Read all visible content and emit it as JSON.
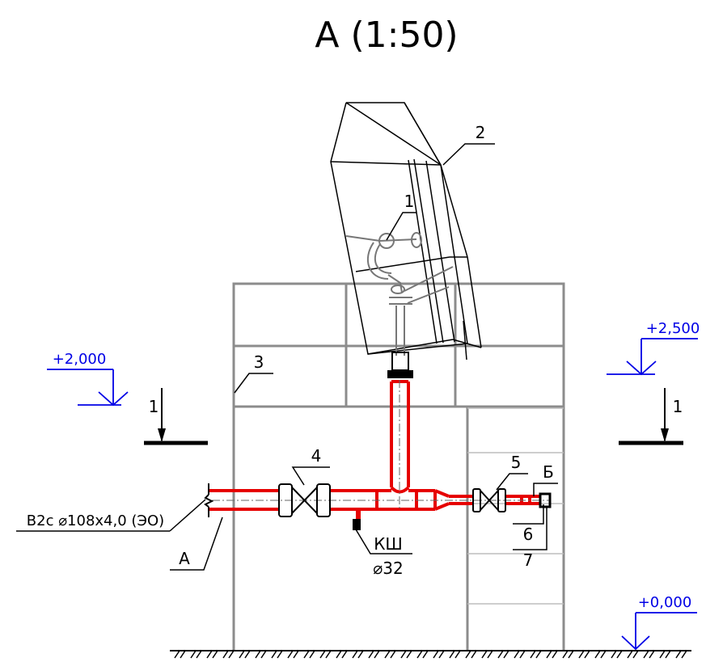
{
  "title": "А (1:50)",
  "colors": {
    "pipe": "#e60000",
    "level": "#0000e6",
    "frame": "#8c8c8c",
    "line": "#000000"
  },
  "levels": {
    "left": "+2,000",
    "right": "+2,500",
    "ground": "+0,000"
  },
  "section": {
    "left": "1",
    "right": "1"
  },
  "callouts": {
    "c1": "1",
    "c2": "2",
    "c3": "3",
    "c4": "4",
    "c5": "5",
    "c6": "6",
    "c7": "7",
    "cB": "Б",
    "cA": "А"
  },
  "pipe_spec": "В2с ⌀108х4,0 (ЭО)",
  "drain": {
    "label": "КШ",
    "diameter": "⌀32"
  }
}
